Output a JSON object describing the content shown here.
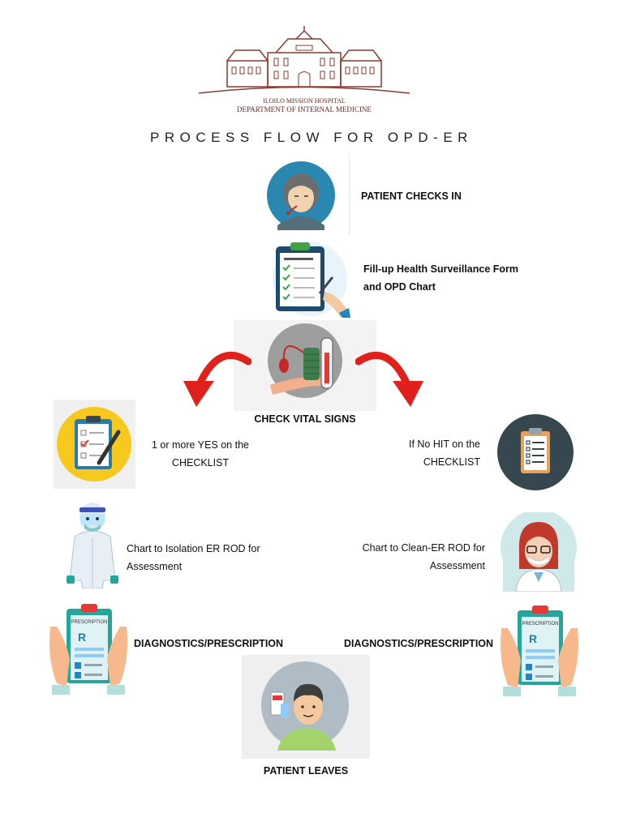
{
  "header": {
    "hospital_name": "ILOILO MISSION HOSPITAL",
    "department": "DEPARTMENT OF INTERNAL MEDICINE",
    "title": "PROCESS FLOW FOR OPD-ER"
  },
  "steps": {
    "check_in": "PATIENT CHECKS IN",
    "fill_up_line1": "Fill-up Health Surveillance Form",
    "fill_up_line2": "and OPD Chart",
    "vitals": "CHECK VITAL SIGNS",
    "yes_line1": "1 or more YES on the",
    "yes_line2": "CHECKLIST",
    "no_line1": "If No HIT on the",
    "no_line2": "CHECKLIST",
    "isolation_line1": "Chart to Isolation ER ROD for",
    "isolation_line2": "Assessment",
    "clean_line1": "Chart to Clean-ER ROD for",
    "clean_line2": "Assessment",
    "diag_left": "DIAGNOSTICS/PRESCRIPTION",
    "diag_right": "DIAGNOSTICS/PRESCRIPTION",
    "leaves": "PATIENT LEAVES"
  },
  "prescription_label": "PRESCRIPTION",
  "colors": {
    "logo": "#8b3a2e",
    "arrow": "#e0201b",
    "navy": "#37474f",
    "teal": "#2a7fa0"
  },
  "icons": [
    "hospital-logo",
    "sick-patient-icon",
    "health-form-icon",
    "blood-pressure-icon",
    "left-arrow-icon",
    "right-arrow-icon",
    "yes-checklist-icon",
    "no-checklist-icon",
    "ppe-doctor-icon",
    "female-doctor-icon",
    "prescription-icon",
    "patient-leaves-icon"
  ]
}
